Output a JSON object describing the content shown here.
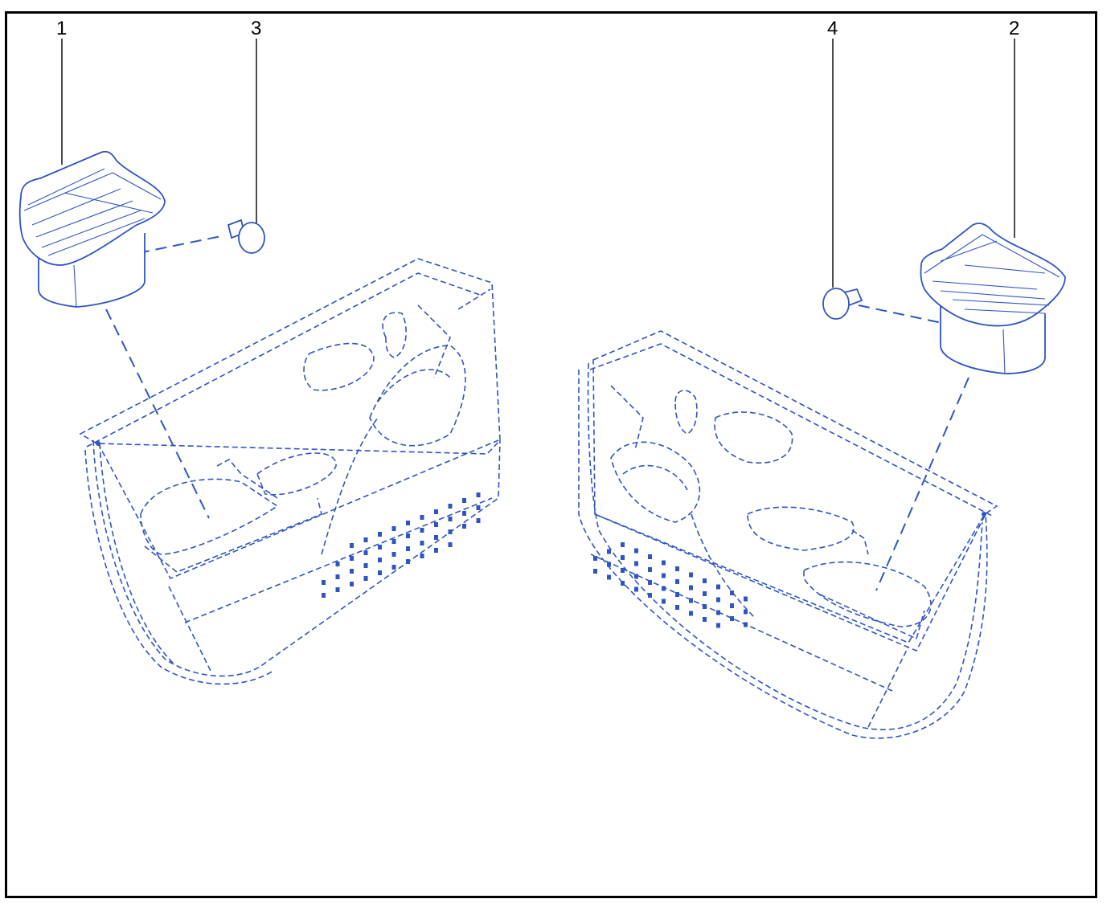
{
  "callouts": {
    "c1": "1",
    "c2": "2",
    "c3": "3",
    "c4": "4"
  },
  "colors": {
    "line": "#2f55c0",
    "frame": "#000000",
    "background": "#ffffff"
  }
}
